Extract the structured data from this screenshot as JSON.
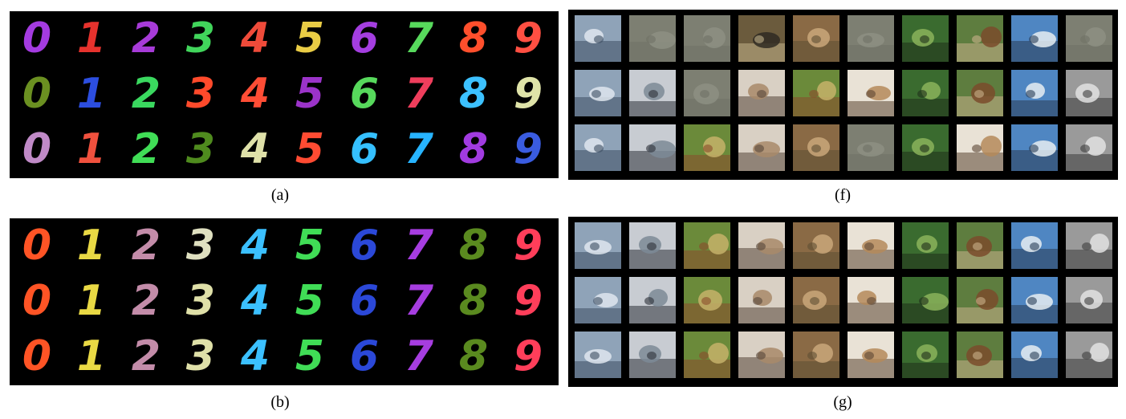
{
  "panels": {
    "a": {
      "caption": "(a)",
      "rows": [
        {
          "digits": [
            "0",
            "1",
            "2",
            "3",
            "4",
            "5",
            "6",
            "7",
            "8",
            "9"
          ],
          "colors": [
            "#a43be0",
            "#e6322d",
            "#a73bd8",
            "#41d55b",
            "#ef4b3a",
            "#e9cc45",
            "#a43ee0",
            "#57d95c",
            "#ff4f2c",
            "#ff4f42"
          ]
        },
        {
          "digits": [
            "0",
            "1",
            "2",
            "3",
            "4",
            "5",
            "6",
            "7",
            "8",
            "9"
          ],
          "colors": [
            "#6b9021",
            "#2c4ee0",
            "#3ad85f",
            "#ff4a2b",
            "#ff4d35",
            "#9b33c9",
            "#57d95c",
            "#ef3e5c",
            "#3cc1ff",
            "#dfe3a8"
          ]
        },
        {
          "digits": [
            "0",
            "1",
            "2",
            "3",
            "4",
            "5",
            "6",
            "7",
            "8",
            "9"
          ],
          "colors": [
            "#c08ac7",
            "#f0513e",
            "#40dd56",
            "#4f8b1e",
            "#dfe1a9",
            "#ff4b32",
            "#35c0ff",
            "#27b4ff",
            "#a13be0",
            "#3a5ce0"
          ]
        }
      ]
    },
    "b": {
      "caption": "(b)",
      "rows": [
        {
          "digits": [
            "0",
            "1",
            "2",
            "3",
            "4",
            "5",
            "6",
            "7",
            "8",
            "9"
          ],
          "colors": [
            "#ff5425",
            "#e9d944",
            "#c38ca9",
            "#dfe0c0",
            "#3bc0ff",
            "#40dd56",
            "#2b48d8",
            "#a63de0",
            "#5a8a1f",
            "#ff3e5a"
          ]
        },
        {
          "digits": [
            "0",
            "1",
            "2",
            "3",
            "4",
            "5",
            "6",
            "7",
            "8",
            "9"
          ],
          "colors": [
            "#ff5425",
            "#e9d944",
            "#c38ca9",
            "#dfe0a8",
            "#3bc0ff",
            "#40dd56",
            "#2b48d8",
            "#a63de0",
            "#5a8a1f",
            "#ff3e5a"
          ]
        },
        {
          "digits": [
            "0",
            "1",
            "2",
            "3",
            "4",
            "5",
            "6",
            "7",
            "8",
            "9"
          ],
          "colors": [
            "#ff5425",
            "#e9d944",
            "#c38ca9",
            "#dfe0a8",
            "#3bc0ff",
            "#40dd56",
            "#2b48d8",
            "#a63de0",
            "#5a8a1f",
            "#ff3e5a"
          ]
        }
      ]
    },
    "f": {
      "caption": "(f)",
      "rows": [
        [
          "airplane",
          "blank",
          "blank",
          "truck-dark",
          "deer",
          "blank",
          "frog",
          "horse",
          "ship",
          "blank"
        ],
        [
          "airplane",
          "automobile",
          "blank",
          "cat",
          "bird",
          "dog",
          "frog",
          "horse",
          "ship",
          "truck"
        ],
        [
          "airplane",
          "automobile",
          "bird",
          "cat",
          "deer",
          "blank",
          "frog",
          "dog",
          "ship",
          "truck"
        ]
      ]
    },
    "g": {
      "caption": "(g)",
      "rows": [
        [
          "airplane",
          "automobile",
          "bird",
          "cat",
          "deer",
          "dog",
          "frog",
          "horse",
          "ship",
          "truck"
        ],
        [
          "airplane",
          "automobile",
          "bird",
          "cat",
          "deer",
          "dog",
          "frog",
          "horse",
          "ship",
          "truck"
        ],
        [
          "airplane",
          "automobile",
          "bird",
          "cat",
          "deer",
          "dog",
          "frog",
          "horse",
          "ship",
          "truck"
        ]
      ]
    }
  },
  "palettes": {
    "airplane": [
      "#8fa3b8",
      "#dfe6ee",
      "#3e4f63"
    ],
    "automobile": [
      "#c8ccd2",
      "#7d8a96",
      "#2d3138"
    ],
    "bird": [
      "#6b8a3a",
      "#c5b26a",
      "#8a4b2b"
    ],
    "cat": [
      "#d9d0c4",
      "#a88a6a",
      "#56463a"
    ],
    "deer": [
      "#8a6a45",
      "#c9a77a",
      "#5d4f33"
    ],
    "dog": [
      "#e9e2d6",
      "#b58a5a",
      "#5b4633"
    ],
    "frog": [
      "#3a6b2f",
      "#8bb35a",
      "#1f2f1a"
    ],
    "horse": [
      "#5e7d3f",
      "#7a4b2b",
      "#c9b08a"
    ],
    "ship": [
      "#4f86c2",
      "#e6edf2",
      "#2a3d56"
    ],
    "truck": [
      "#9a9a9a",
      "#e2e2e2",
      "#3d3d3d"
    ],
    "truck-dark": [
      "#6b5b3d",
      "#2f2a22",
      "#c2b38a"
    ],
    "blank": [
      "#7d7f72",
      "#8d8f82",
      "#6f7166"
    ]
  }
}
